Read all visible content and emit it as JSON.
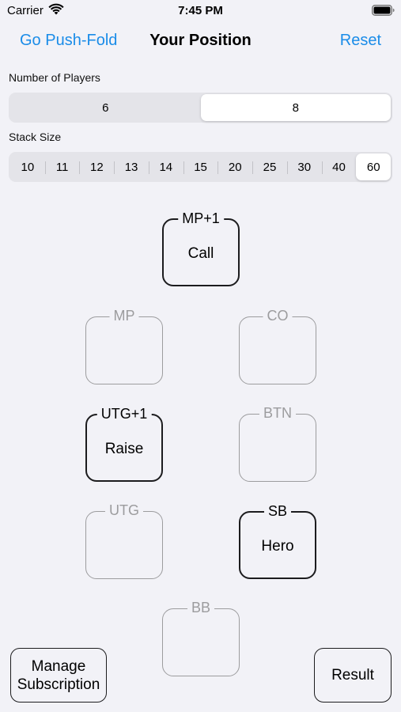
{
  "status_bar": {
    "carrier": "Carrier",
    "time": "7:45 PM",
    "wifi_icon": "wifi-icon",
    "battery_icon": "battery-icon"
  },
  "nav": {
    "back_label": "Go Push-Fold",
    "title": "Your Position",
    "reset_label": "Reset",
    "accent_color": "#1a8ce8"
  },
  "players": {
    "label": "Number of Players",
    "options": [
      "6",
      "8"
    ],
    "selected": "8"
  },
  "stack": {
    "label": "Stack Size",
    "options": [
      "10",
      "11",
      "12",
      "13",
      "14",
      "15",
      "20",
      "25",
      "30",
      "40",
      "60"
    ],
    "selected": "60"
  },
  "seats": {
    "mp1": {
      "label": "MP+1",
      "action": "Call",
      "active": true
    },
    "mp": {
      "label": "MP",
      "action": "",
      "active": false
    },
    "co": {
      "label": "CO",
      "action": "",
      "active": false
    },
    "utg1": {
      "label": "UTG+1",
      "action": "Raise",
      "active": true
    },
    "btn": {
      "label": "BTN",
      "action": "",
      "active": false
    },
    "utg": {
      "label": "UTG",
      "action": "",
      "active": false
    },
    "sb": {
      "label": "SB",
      "action": "Hero",
      "active": true
    },
    "bb": {
      "label": "BB",
      "action": "",
      "active": false
    }
  },
  "buttons": {
    "manage_line1": "Manage",
    "manage_line2": "Subscription",
    "result": "Result"
  }
}
